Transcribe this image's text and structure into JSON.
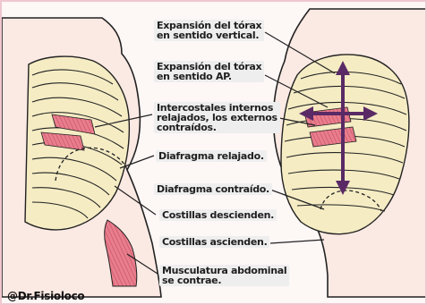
{
  "labels": {
    "expansion_vertical": "Expansión del tórax\nen sentido vertical.",
    "expansion_ap": "Expansión del tórax\nen sentido AP.",
    "intercostales": "Intercostales internos\nrelajados, los externos\ncontraídos.",
    "diafragma_relajado": "Diafragma relajado.",
    "diafragma_contraido": "Diafragma contraído.",
    "costillas_descienden": "Costillas descienden.",
    "costillas_ascienden": "Costillas ascienden.",
    "musculatura": "Musculatura abdominal\nse contrae."
  },
  "credit": "@Dr.Fisioloco",
  "colors": {
    "skin": "#fbe9e3",
    "rib": "#f5ecc4",
    "outline": "#222222",
    "muscle": "#e87e8d",
    "arrow": "#5a2a66",
    "frame": "#f0c6cf"
  }
}
